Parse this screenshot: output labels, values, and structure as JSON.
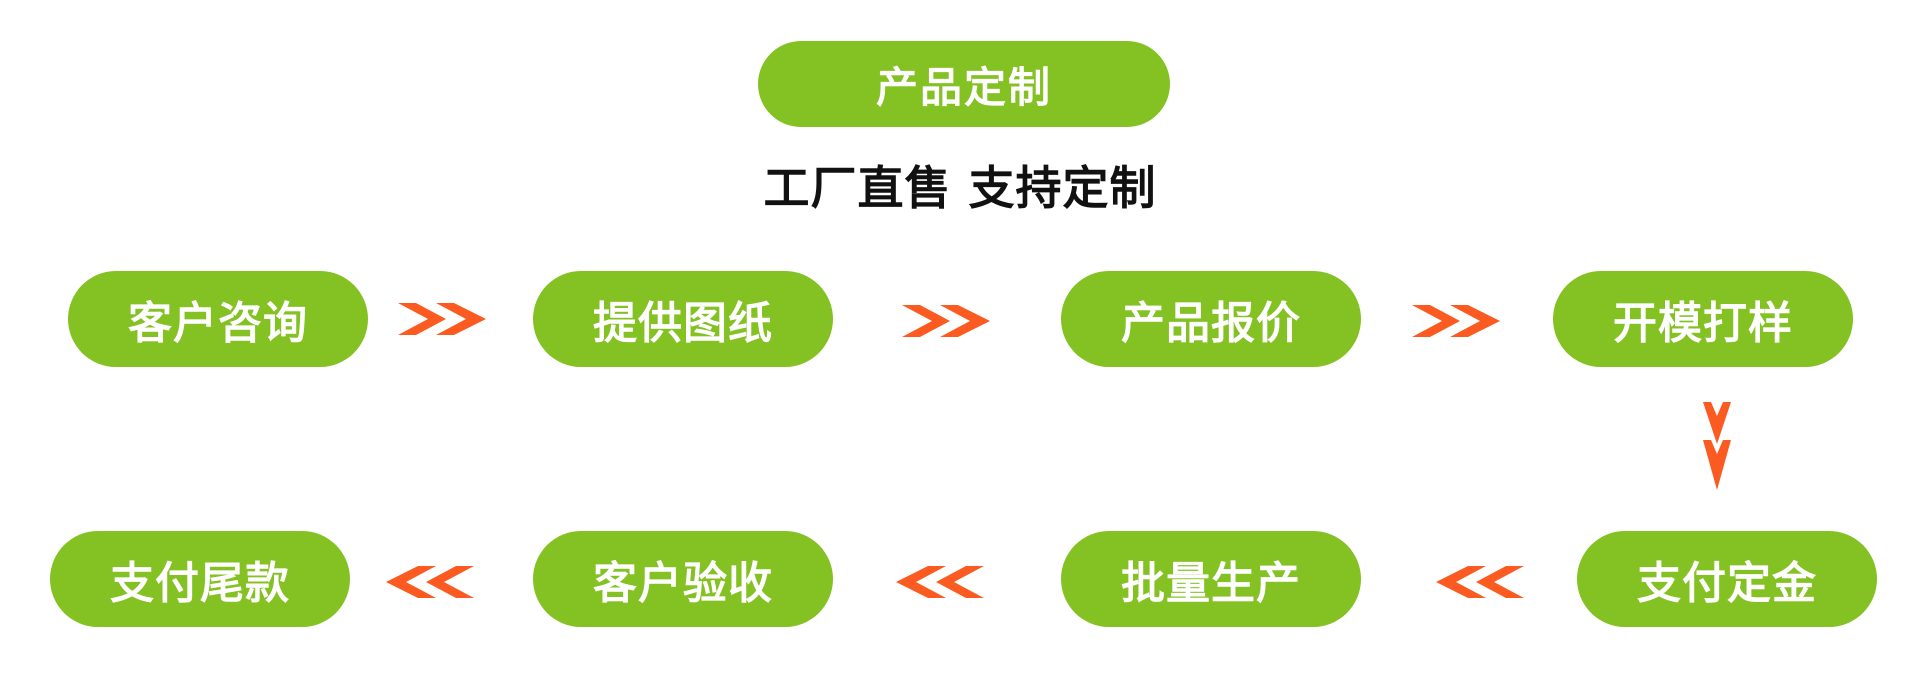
{
  "header": {
    "title": "产品定制",
    "subtitle": "工厂直售 支持定制"
  },
  "steps": [
    "客户咨询",
    "提供图纸",
    "产品报价",
    "开模打样",
    "支付定金",
    "批量生产",
    "客户验收",
    "支付尾款"
  ],
  "colors": {
    "pill": "#84c122",
    "arrow": "#fb5a21",
    "text": "#ffffff"
  },
  "icons": [
    "double-chevron-right-icon",
    "double-chevron-down-icon",
    "double-chevron-left-icon"
  ]
}
